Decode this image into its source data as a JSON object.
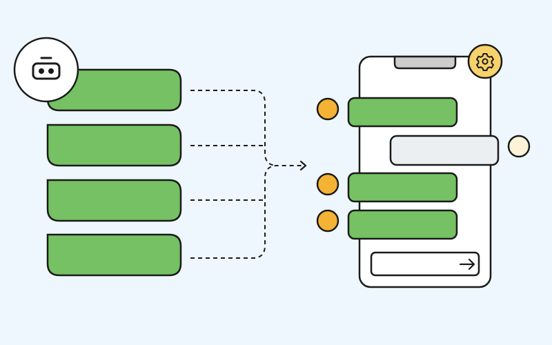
{
  "colors": {
    "background": "#eef7fd",
    "green_bubble": "#75c163",
    "outline": "#1a1a1a",
    "orange_dot": "#f5b335",
    "settings_badge": "#f7d26b",
    "cream_dot": "#fdf3d8",
    "grey_bubble": "#eceff2",
    "phone_body": "#ffffff",
    "phone_notch": "#cccccc"
  },
  "icons": {
    "bot": "robot-face-icon",
    "settings": "gear-icon",
    "send": "arrow-right-icon"
  },
  "left_panel": {
    "bubble_count": 4
  },
  "phone": {
    "messages": [
      {
        "sender": "bot",
        "style": "green"
      },
      {
        "sender": "user",
        "style": "grey"
      },
      {
        "sender": "bot",
        "style": "green"
      },
      {
        "sender": "bot",
        "style": "green"
      }
    ],
    "input": {
      "value": ""
    }
  }
}
